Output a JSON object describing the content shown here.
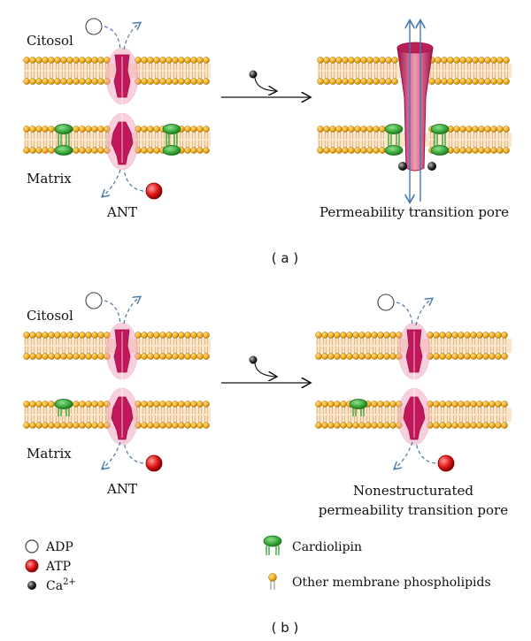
{
  "panel_a": {
    "label": "( a )",
    "left": {
      "top_label": "Citosol",
      "bottom_label": "Matrix",
      "caption": "ANT"
    },
    "right": {
      "caption": "Permeability transition pore"
    }
  },
  "panel_b": {
    "label": "( b )",
    "left": {
      "top_label": "Citosol",
      "bottom_label": "Matrix",
      "caption": "ANT"
    },
    "right": {
      "caption_line1": "Nonestructurated",
      "caption_line2": "permeability transition pore"
    }
  },
  "legend": {
    "adp": "ADP",
    "atp": "ATP",
    "ca_base": "Ca",
    "ca_sup": "2+",
    "cardiolipin": "Cardiolipin",
    "phospholipids": "Other membrane phospholipids"
  },
  "colors": {
    "lipid_head": "#f0a81c",
    "lipid_tail": "#f5d2a0",
    "protein": "#c2185b",
    "protein_dark": "#9c1048",
    "protein_halo": "#f3a9c0",
    "cardiolipin": "#2e9e2e",
    "arrow_blue": "#4a78a8",
    "atp": "#e01818",
    "ca": "#222222"
  }
}
